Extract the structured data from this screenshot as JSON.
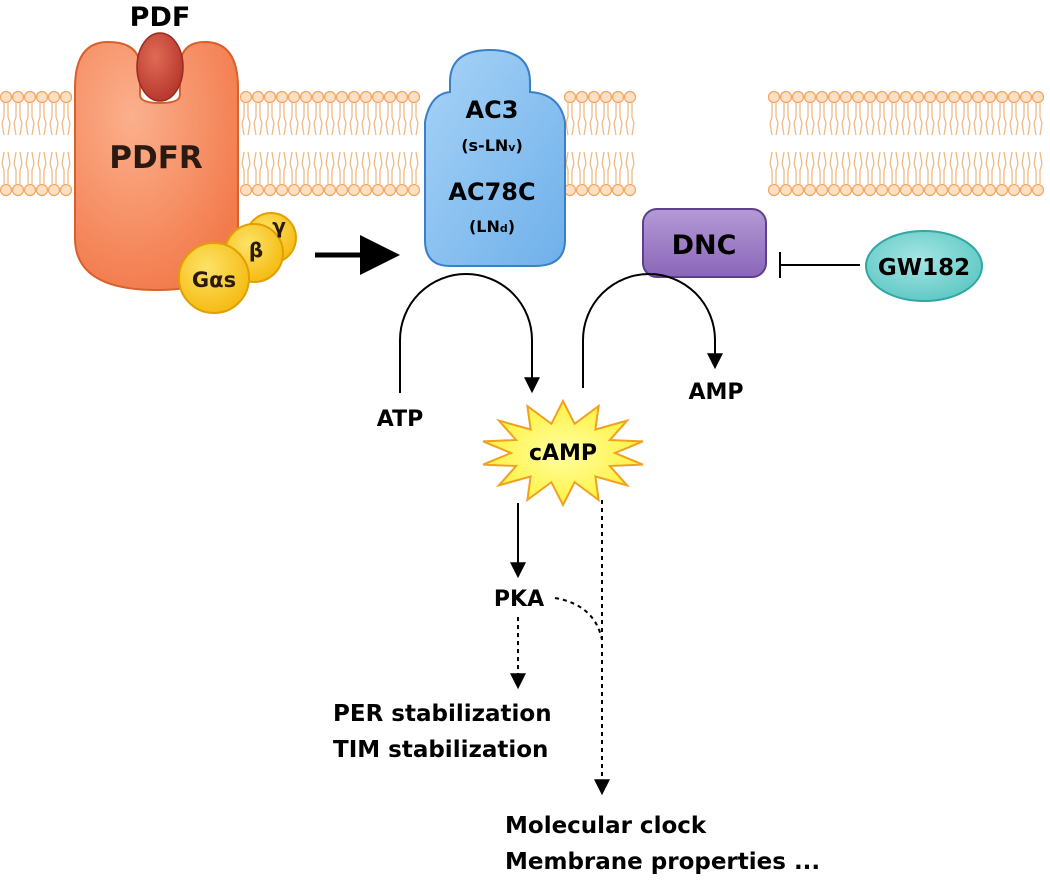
{
  "ligand": {
    "label": "PDF"
  },
  "receptor": {
    "label": "PDFR"
  },
  "g_protein": {
    "alpha": "Gαs",
    "beta": "β",
    "gamma": "γ"
  },
  "adenylyl_cyclase": {
    "label1": "AC3",
    "sub1": "(s-LN",
    "sub1_subscript": "v",
    "sub1_close": ")",
    "label2": "AC78C",
    "sub2": "(LN",
    "sub2_subscript": "d",
    "sub2_close": ")"
  },
  "phosphodiesterase": {
    "label": "DNC"
  },
  "inhibitor": {
    "label": "GW182"
  },
  "substrate": {
    "label": "ATP"
  },
  "second_messenger": {
    "label": "cAMP"
  },
  "product": {
    "label": "AMP"
  },
  "kinase": {
    "label": "PKA"
  },
  "pka_effects": [
    "PER stabilization",
    "TIM stabilization"
  ],
  "camp_effects": [
    "Molecular clock",
    "Membrane properties ..."
  ],
  "colors": {
    "membrane": "#f5b882",
    "pdf": "#c8453a",
    "pdfr": "#f58a5e",
    "g_protein": "#f7c21a",
    "ac": "#8ec3f0",
    "dnc": "#9a78c4",
    "gw182": "#72d3d0",
    "camp_star": "#fff23a"
  }
}
